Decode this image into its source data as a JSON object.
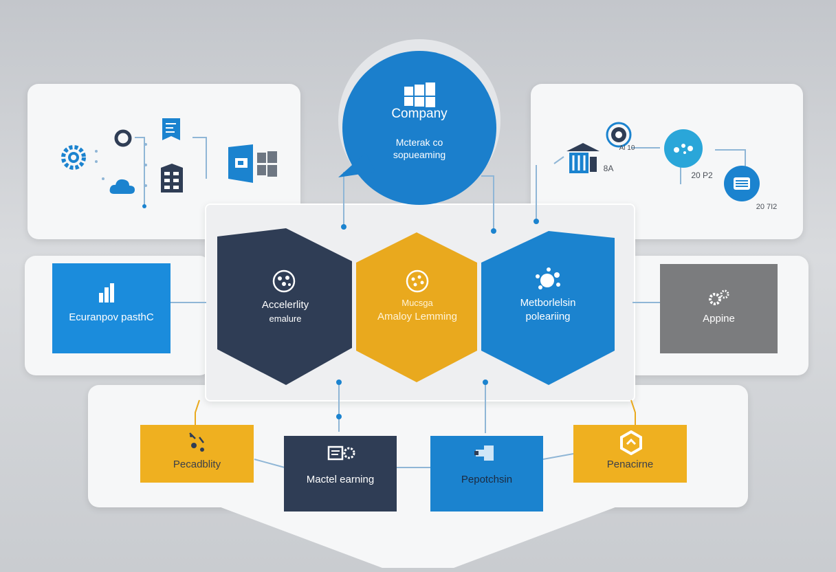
{
  "bubble": {
    "title": "Company",
    "subtitle_line1": "Mcterak co",
    "subtitle_line2": "sopueaming"
  },
  "hexes": [
    {
      "line1": "Accelerlity",
      "line2": "emalure",
      "color": "#2f3d55"
    },
    {
      "line1": "Mucsga",
      "line2": "Amaloy Lemming",
      "color": "#e9a91e"
    },
    {
      "line1": "Metborlelsin",
      "line2": "poleariing",
      "color": "#1b83cf"
    }
  ],
  "side_boxes": {
    "left": {
      "label": "Ecuranpov pasthC",
      "color": "#1b8cdc"
    },
    "right": {
      "label": "Appine",
      "color": "#7b7c7e"
    }
  },
  "bottom_boxes": [
    {
      "label": "Pecadblity",
      "color": "#efb020"
    },
    {
      "label": "Mactel earning",
      "color": "#2f3d55"
    },
    {
      "label": "Pepotchsin",
      "color": "#1b83cf"
    },
    {
      "label": "Penacirne",
      "color": "#efb020"
    }
  ],
  "right_panel": {
    "label_a": "8A",
    "label_b": "Al 10",
    "label_c": "20 P2",
    "label_d": "20 7I2"
  },
  "colors": {
    "blue": "#1b83cf",
    "navy": "#2f3d55",
    "yellow": "#e9a91e",
    "gray": "#7b7c7e",
    "line": "#8fb6d6"
  }
}
